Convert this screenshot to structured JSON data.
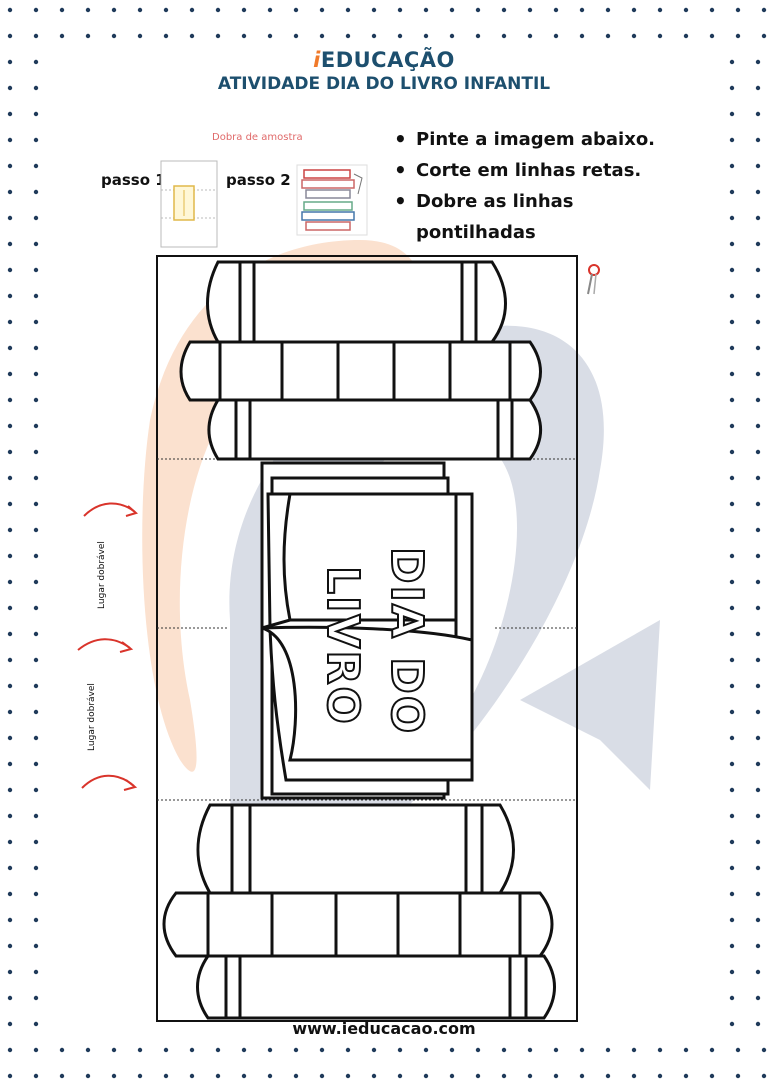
{
  "header": {
    "brand_i": "i",
    "brand": "EDUCAÇÃO",
    "subtitle": "ATIVIDADE DIA DO LIVRO INFANTIL"
  },
  "sample": {
    "title": "Dobra de amostra",
    "step1": "passo 1",
    "step2": "passo 2"
  },
  "instructions": [
    "Pinte a imagem abaixo.",
    "Corte em linhas retas.",
    "Dobre as linhas pontilhadas"
  ],
  "fold_labels": [
    "Lugar dobrável",
    "Lugar dobrável"
  ],
  "book": {
    "line1": "DIA DO",
    "line2": "LIVRO"
  },
  "footer": "www.ieducacao.com",
  "colors": {
    "brand": "#1d4f6e",
    "accent": "#f07a2a",
    "arrow": "#d9342b",
    "dots": "#1f3a5a",
    "watermark_orange": "#fbe1cf",
    "watermark_blue": "#d9dde6"
  }
}
